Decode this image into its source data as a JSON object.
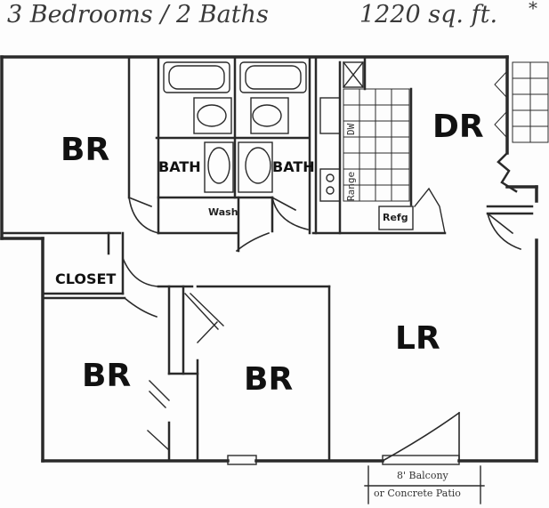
{
  "header": {
    "bedrooms_baths": "3 Bedrooms / 2 Baths",
    "area": "1220 sq. ft.",
    "asterisk": "*"
  },
  "rooms": {
    "br_top_left": "BR",
    "br_bottom_left": "BR",
    "br_center": "BR",
    "dr": "DR",
    "lr": "LR",
    "bath_left": "BATH",
    "bath_right": "BATH",
    "closet": "CLOSET"
  },
  "fixtures": {
    "washer": "Wash",
    "refrigerator": "Refg",
    "dishwasher": "DW",
    "range": "Range"
  },
  "balcony": {
    "line1": "8' Balcony",
    "line2": "or Concrete Patio"
  }
}
